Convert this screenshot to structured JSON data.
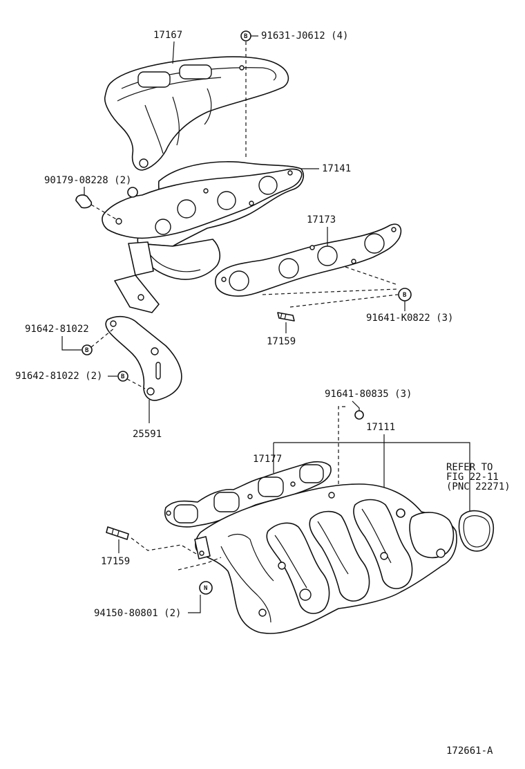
{
  "diagram": {
    "labels": {
      "heat_insulator": "17167",
      "insulator_bolt": "91631-J0612 (4)",
      "stud_bolt_exhaust": "90179-08228 (2)",
      "exhaust_manifold": "17141",
      "exhaust_gasket": "17173",
      "manifold_nut": "91641-K0822 (3)",
      "stud_upper": "17159",
      "stay_bolt_single": "91642-81022",
      "stay_bolt_double": "91642-81022 (2)",
      "manifold_stay": "25591",
      "intake_bolt": "91641-80835 (3)",
      "intake_manifold": "17111",
      "intake_gasket": "17177",
      "refer_line1": "REFER TO",
      "refer_line2": "FIG 22-11",
      "refer_line3": "(PNC 22271)",
      "stud_lower": "17159",
      "intake_nut": "94150-80801 (2)",
      "figure_code": "172661-A"
    },
    "symbols": {
      "bolt": "B",
      "nut": "N"
    }
  }
}
